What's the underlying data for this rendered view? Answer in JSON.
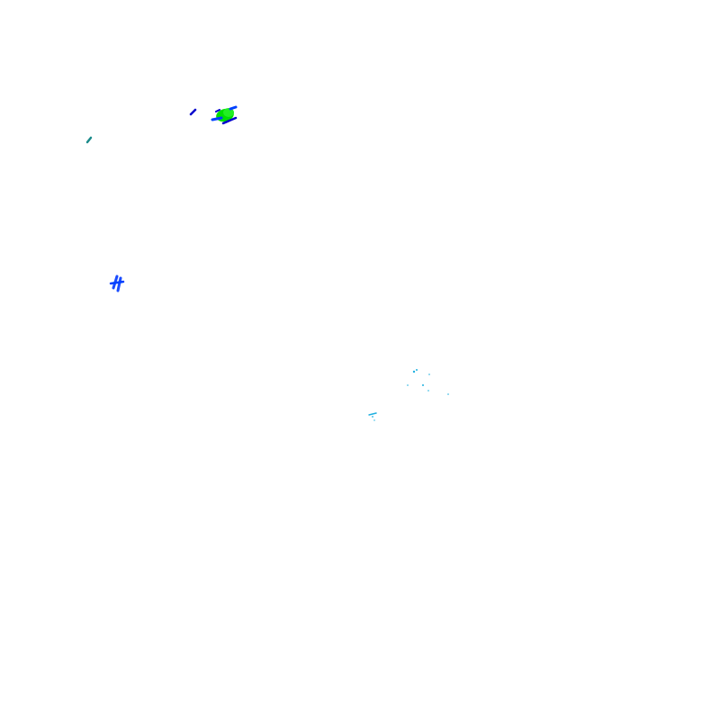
{
  "map": {
    "background": "#ffffff",
    "palette": {
      "dark_blue": "#0000cc",
      "blue": "#0040ff",
      "royal_blue": "#1a4cff",
      "green": "#00dd00",
      "bright_green": "#22ee22",
      "teal": "#1a8a8a",
      "cyan": "#1fb0e0"
    },
    "clusters": [
      {
        "name": "cluster-green-core",
        "features": [
          {
            "kind": "patch",
            "color": "green"
          },
          {
            "kind": "patch",
            "color": "bright_green"
          },
          {
            "kind": "stroke",
            "color": "blue"
          },
          {
            "kind": "stroke",
            "color": "blue"
          },
          {
            "kind": "stroke",
            "color": "dark_blue"
          },
          {
            "kind": "stroke",
            "color": "dark_blue"
          }
        ]
      },
      {
        "name": "cluster-blue-dash",
        "features": [
          {
            "kind": "stroke",
            "color": "dark_blue"
          }
        ]
      },
      {
        "name": "cluster-teal-dash",
        "features": [
          {
            "kind": "stroke",
            "color": "teal"
          }
        ]
      },
      {
        "name": "cluster-blue-mark",
        "features": [
          {
            "kind": "stroke",
            "color": "royal_blue"
          },
          {
            "kind": "stroke",
            "color": "royal_blue"
          },
          {
            "kind": "stroke",
            "color": "blue"
          }
        ]
      },
      {
        "name": "cluster-cyan-scatter",
        "features": [
          {
            "kind": "dot",
            "color": "cyan"
          },
          {
            "kind": "dot",
            "color": "cyan"
          },
          {
            "kind": "dot",
            "color": "cyan"
          },
          {
            "kind": "dot",
            "color": "cyan"
          },
          {
            "kind": "dot",
            "color": "cyan"
          },
          {
            "kind": "dot",
            "color": "cyan"
          },
          {
            "kind": "dot",
            "color": "cyan"
          }
        ]
      },
      {
        "name": "cluster-cyan-lower",
        "features": [
          {
            "kind": "dot",
            "color": "cyan"
          },
          {
            "kind": "dot",
            "color": "cyan"
          },
          {
            "kind": "dot",
            "color": "cyan"
          }
        ]
      }
    ]
  }
}
